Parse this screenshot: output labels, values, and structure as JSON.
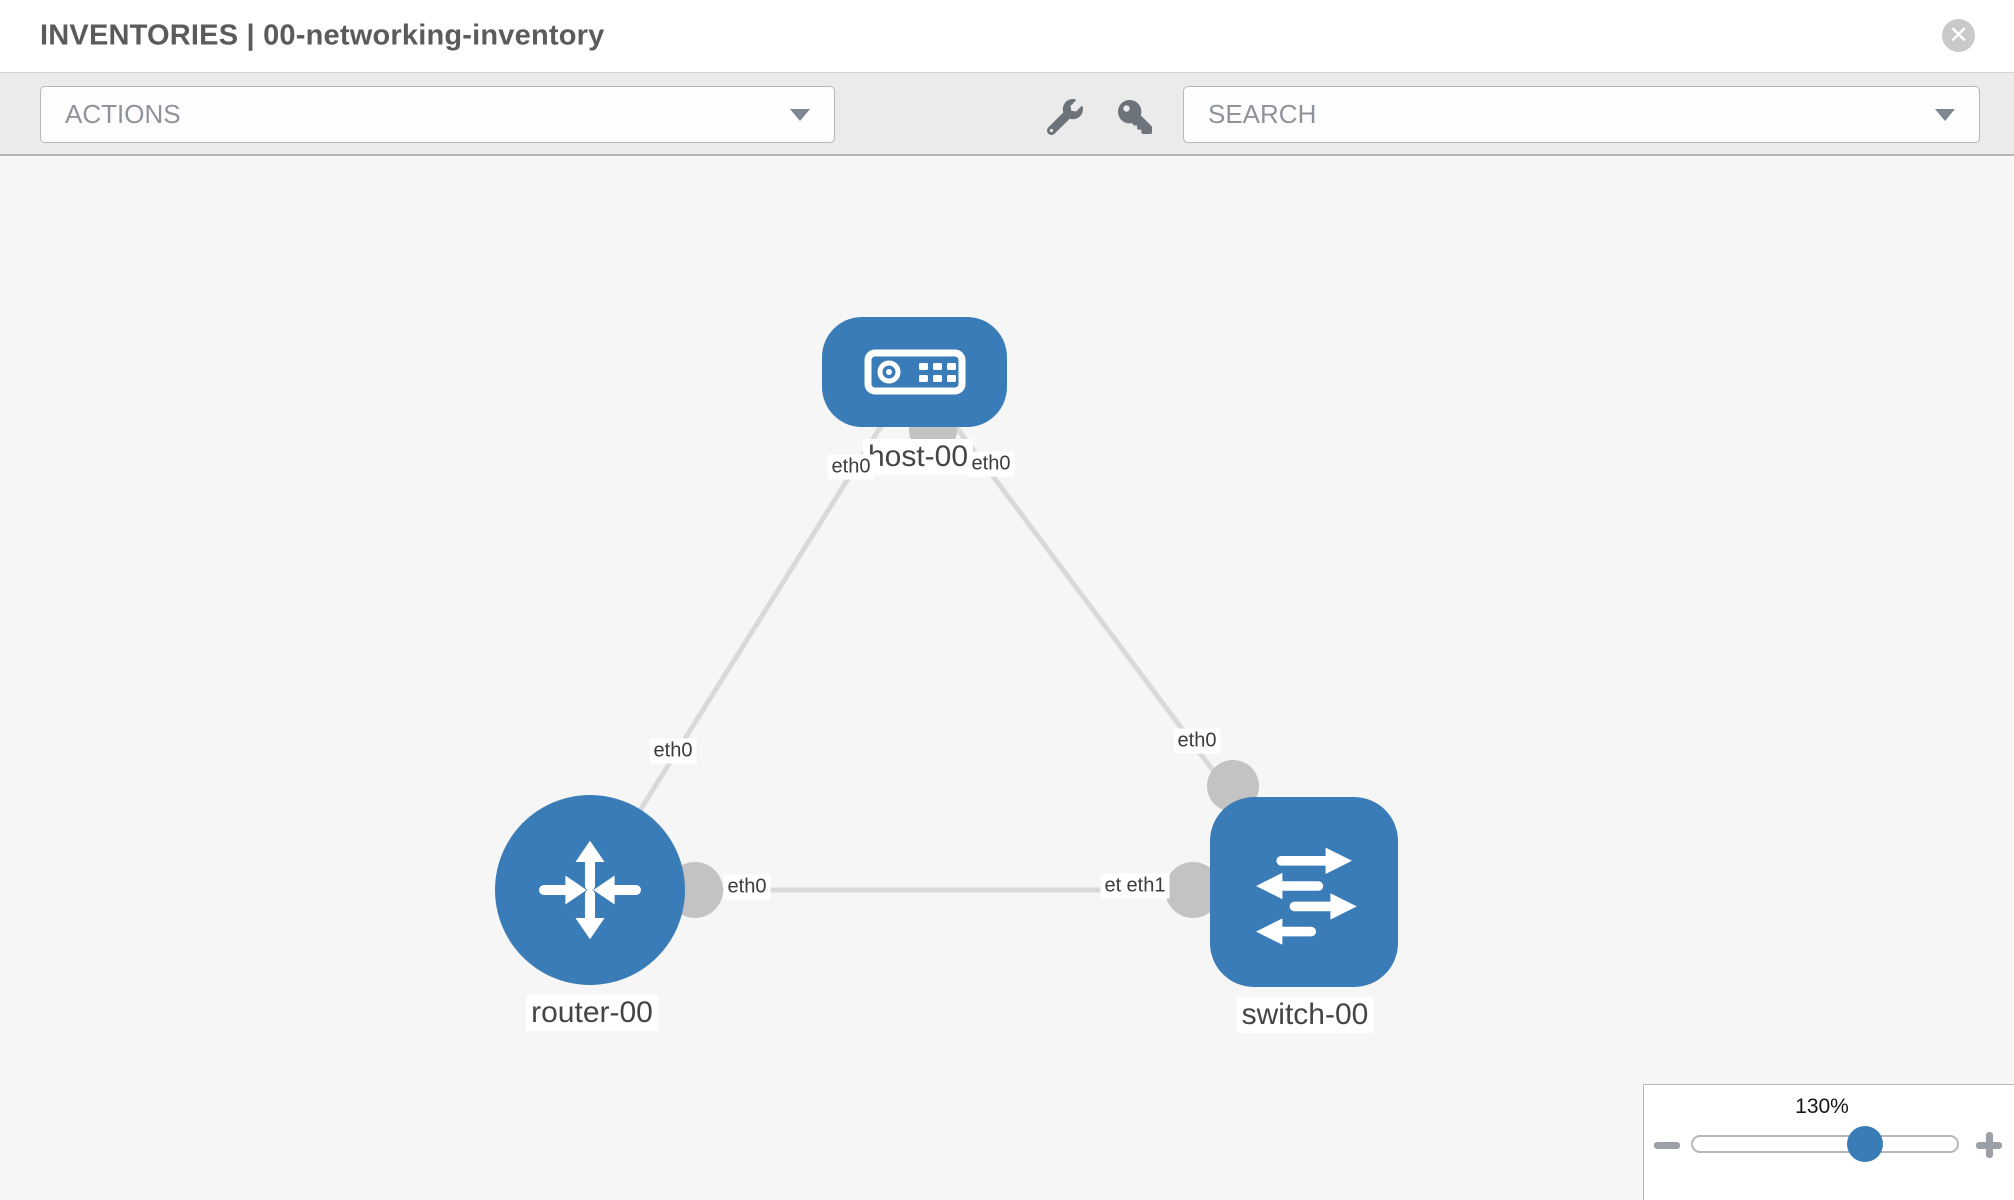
{
  "header": {
    "title": "INVENTORIES | 00-networking-inventory"
  },
  "toolbar": {
    "actions_label": "ACTIONS",
    "search_placeholder": "SEARCH",
    "wrench_icon": "wrench",
    "key_icon": "key"
  },
  "topology": {
    "nodes": [
      {
        "id": "host-00",
        "type": "host",
        "label": "host-00"
      },
      {
        "id": "router-00",
        "type": "router",
        "label": "router-00"
      },
      {
        "id": "switch-00",
        "type": "switch",
        "label": "switch-00"
      }
    ],
    "links": [
      {
        "from": "host-00",
        "to": "router-00",
        "from_if": "eth0",
        "to_if": "eth0"
      },
      {
        "from": "host-00",
        "to": "switch-00",
        "from_if": "eth0",
        "to_if": "eth0"
      },
      {
        "from": "router-00",
        "to": "switch-00",
        "from_if": "eth0",
        "to_if": "eth1"
      }
    ],
    "interface_labels": {
      "host_left": "eth0",
      "host_right": "eth0",
      "router_uplink": "eth0",
      "switch_uplink": "eth0",
      "router_lan": "eth0",
      "switch_lan_hidden": "eth0",
      "switch_lan": "eth1"
    }
  },
  "zoom_control": {
    "level": "130%"
  },
  "colors": {
    "node_blue": "#3a7cb8",
    "link_gray": "#d9d9d9",
    "connector_gray": "#c3c3c3",
    "toolbar_bg": "#ebebeb",
    "canvas_bg": "#f6f6f6"
  }
}
